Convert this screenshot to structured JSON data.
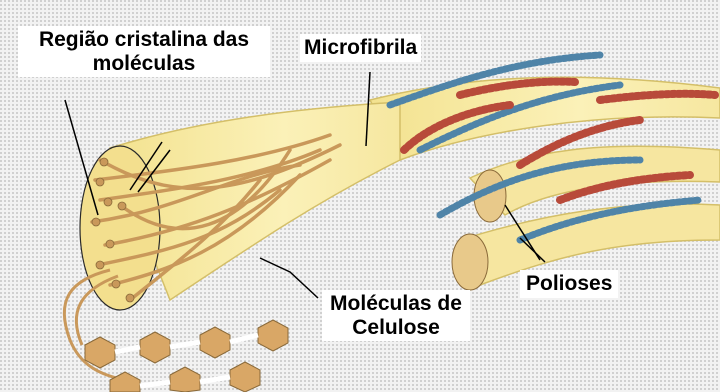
{
  "labels": {
    "crystalline_region": "Região cristalina das moléculas",
    "microfibril": "Microfibrila",
    "polyoses": "Polioses",
    "cellulose_molecules": "Moléculas de Celulose"
  },
  "colors": {
    "fibril_fill": "#f5e79a",
    "fibril_edge": "#d6c26a",
    "strand": "#c89a5c",
    "polyose_red": "#b84a3a",
    "polyose_blue": "#4f84a8",
    "hexagon": "#d9a766",
    "text": "#000000"
  }
}
